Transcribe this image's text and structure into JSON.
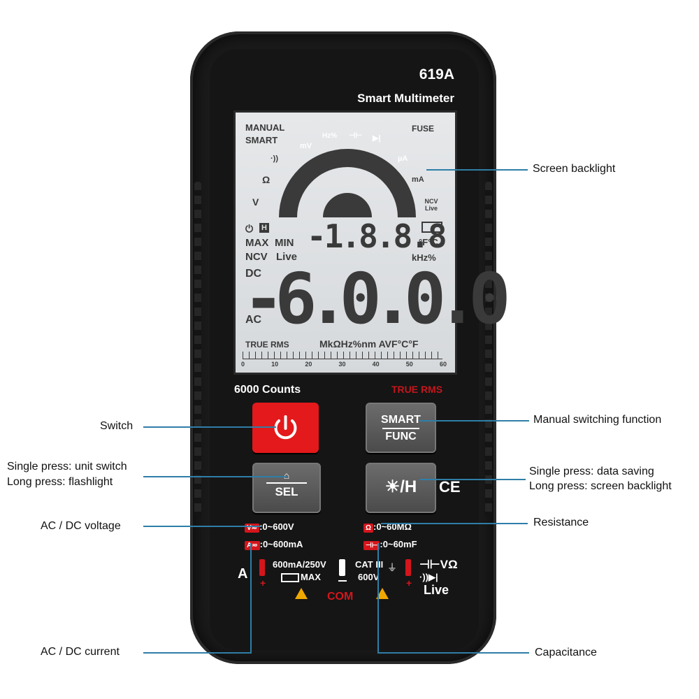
{
  "device": {
    "model": "619A",
    "subtitle": "Smart Multimeter",
    "counts_label": "6000 Counts",
    "true_rms_label": "TRUE RMS",
    "ce_mark": "CE"
  },
  "lcd": {
    "mode_manual": "MANUAL",
    "mode_smart": "SMART",
    "fuse": "FUSE",
    "arc_labels": [
      "mV",
      "Hz%",
      "⊣⊢",
      "▶|",
      "µA",
      "mA",
      "NCV Live"
    ],
    "left_symbols": [
      "·))",
      "Ω",
      "V"
    ],
    "hold_indicator": "H",
    "max": "MAX",
    "min": "MIN",
    "ncv": "NCV",
    "live": "Live",
    "sub_reading": "-1.8.8.8",
    "temp_unit": "°F°C",
    "khz_unit": "kHz%",
    "dc": "DC",
    "ac": "AC",
    "main_reading": "-6.0.0.0",
    "true_rms": "TRUE RMS",
    "unit_row": "MkΩHz%nm AVF°C°F",
    "scale": [
      "0",
      "10",
      "20",
      "30",
      "40",
      "50",
      "60"
    ]
  },
  "buttons": {
    "power_icon": "power-icon",
    "smart_top": "SMART",
    "smart_bottom": "FUNC",
    "sel_label": "SEL",
    "hold_label": "☀/H"
  },
  "specs": {
    "v_chip": "V≂",
    "v_range": ":0~600V",
    "a_chip": "A≂",
    "a_range": ":0~600mA",
    "ohm_chip": "Ω",
    "ohm_range": ":0~60MΩ",
    "cap_chip": "⊣⊢",
    "cap_range": ":0~60mF"
  },
  "terminals": {
    "a_label": "A",
    "a_rating_1": "600mA/250V",
    "a_rating_2": "MAX",
    "cat_1": "CAT III",
    "cat_2": "600V",
    "com_label": "COM",
    "vohm_line1": "⊣⊢VΩ",
    "vohm_line2": "·))▶|",
    "live_label": "Live"
  },
  "callouts": {
    "screen_backlight": "Screen backlight",
    "switch": "Switch",
    "manual_switching": "Manual switching function",
    "sel_line1": "Single press: unit switch",
    "sel_line2": "Long press: flashlight",
    "hold_line1": "Single press: data saving",
    "hold_line2": "Long press: screen backlight",
    "ac_dc_voltage": "AC / DC voltage",
    "resistance": "Resistance",
    "ac_dc_current": "AC / DC current",
    "capacitance": "Capacitance"
  },
  "colors": {
    "body": "#1b1b1b",
    "accent_red": "#e3191b",
    "callout_line": "#2f7ea8",
    "lcd_bg": "#dfe1e3"
  }
}
